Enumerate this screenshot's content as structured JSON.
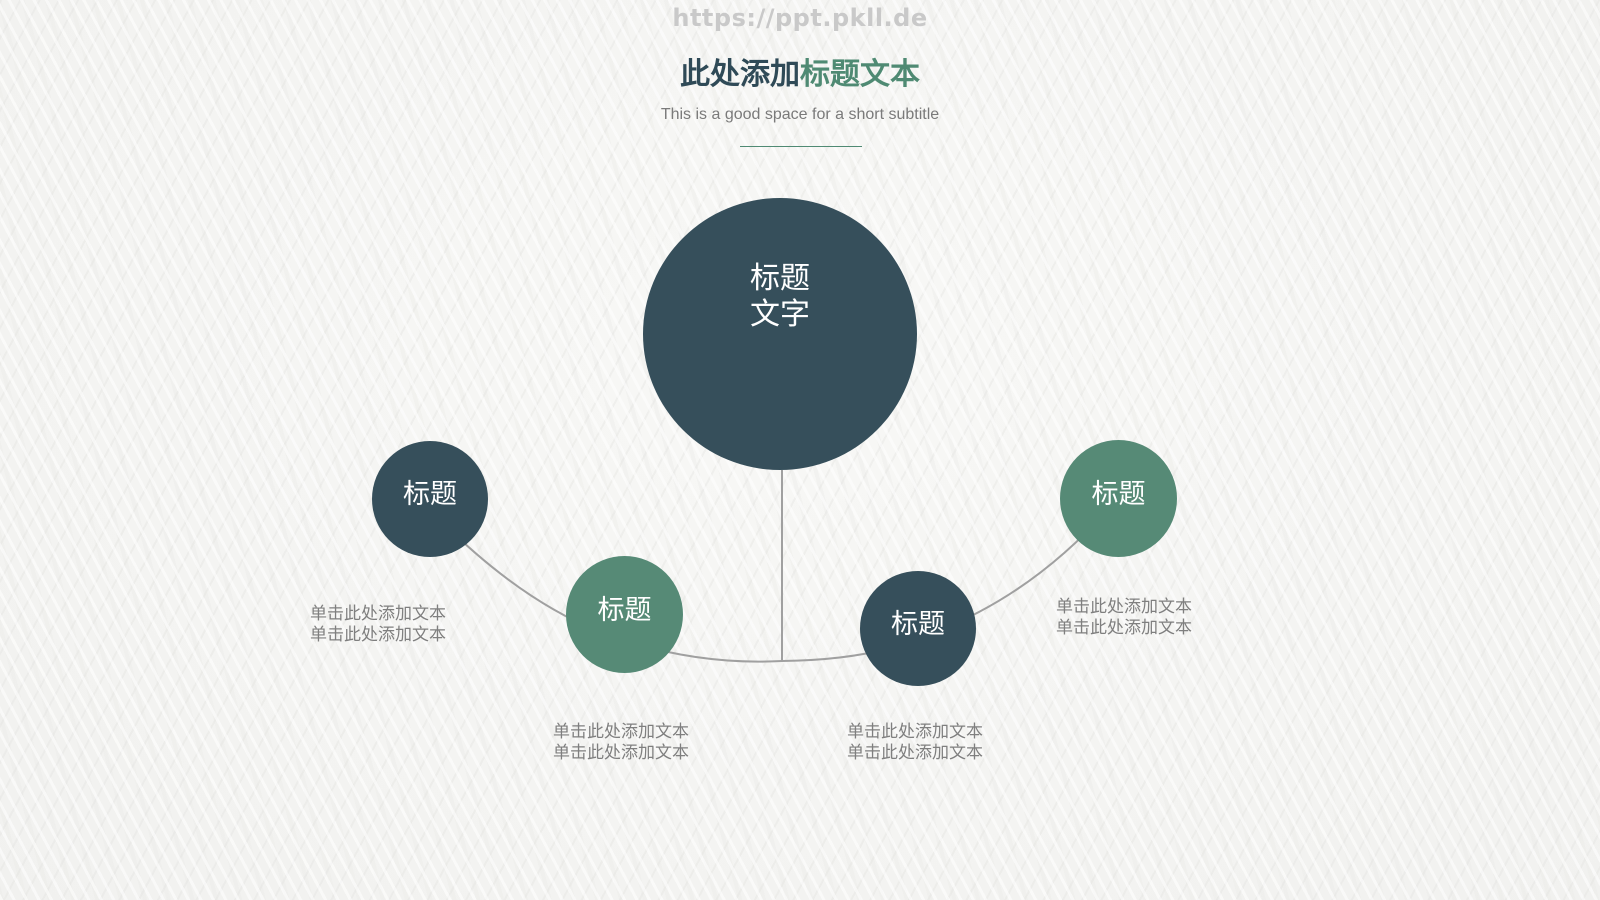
{
  "watermark": "https://ppt.pkll.de",
  "header": {
    "title_part1": "此处添加",
    "title_part2": "标题文本",
    "subtitle": "This is a good space for a short subtitle"
  },
  "colors": {
    "dark": "#364f5b",
    "green": "#568a76",
    "connector": "#a0a0a0",
    "desc_text": "#7f7f7f"
  },
  "diagram": {
    "center": {
      "line1": "标题",
      "line2": "文字"
    },
    "nodes": [
      {
        "label": "标题",
        "color": "dark",
        "desc_line1": "单击此处添加文本",
        "desc_line2": "单击此处添加文本"
      },
      {
        "label": "标题",
        "color": "green",
        "desc_line1": "单击此处添加文本",
        "desc_line2": "单击此处添加文本"
      },
      {
        "label": "标题",
        "color": "dark",
        "desc_line1": "单击此处添加文本",
        "desc_line2": "单击此处添加文本"
      },
      {
        "label": "标题",
        "color": "green",
        "desc_line1": "单击此处添加文本",
        "desc_line2": "单击此处添加文本"
      }
    ]
  }
}
